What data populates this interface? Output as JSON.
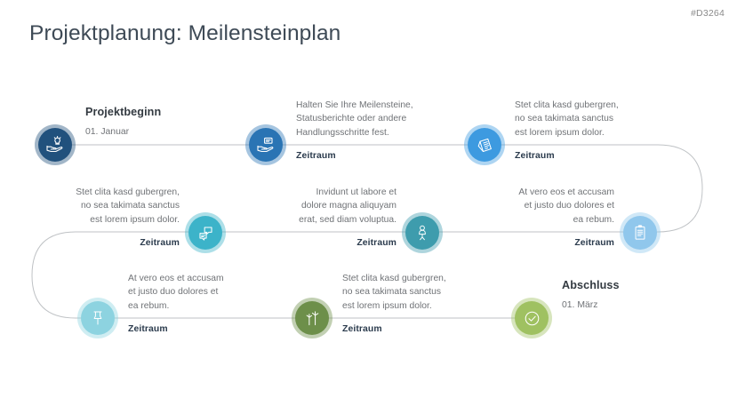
{
  "slide": {
    "reference_code": "#D3264",
    "title": "Projektplanung: Meilensteinplan",
    "background_color": "#ffffff",
    "title_color": "#3e4a56",
    "connector_color": "#b9bcbf"
  },
  "milestones": [
    {
      "id": "projektbeginn",
      "icon": "hand-lightbulb-icon",
      "color": "#21517d",
      "halo_color": "#21517d",
      "heading": "Projektbeginn",
      "date": "01. Januar",
      "body": "",
      "period_label": ""
    },
    {
      "id": "node-2",
      "icon": "presentation-hand-icon",
      "color": "#2a74b4",
      "halo_color": "#2a74b4",
      "heading": "",
      "date": "",
      "body": "Halten Sie Ihre Meilensteine,\nStatusberichte oder andere\nHandlungsschritte fest.",
      "period_label": "Zeitraum"
    },
    {
      "id": "node-3",
      "icon": "flipchart-notes-icon",
      "color": "#3d9ae0",
      "halo_color": "#3d9ae0",
      "heading": "",
      "date": "",
      "body": "Stet clita kasd gubergren,\nno sea takimata sanctus\nest lorem ipsum dolor.",
      "period_label": "Zeitraum"
    },
    {
      "id": "node-4",
      "icon": "speech-bubbles-icon",
      "color": "#3cb3c9",
      "halo_color": "#3cb3c9",
      "heading": "",
      "date": "",
      "body": "Stet clita kasd gubergren,\nno sea takimata sanctus\nest lorem ipsum dolor.",
      "period_label": "Zeitraum"
    },
    {
      "id": "node-5",
      "icon": "person-icon",
      "color": "#3e9cad",
      "halo_color": "#3e9cad",
      "heading": "",
      "date": "",
      "body": "Invidunt ut labore et\ndolore magna aliquyam\nerat, sed diam voluptua.",
      "period_label": "Zeitraum"
    },
    {
      "id": "node-6",
      "icon": "clipboard-icon",
      "color": "#90c7ec",
      "halo_color": "#90c7ec",
      "heading": "",
      "date": "",
      "body": "At vero eos et accusam\net justo duo dolores et\nea rebum.",
      "period_label": "Zeitraum"
    },
    {
      "id": "node-7",
      "icon": "pushpin-icon",
      "color": "#8dd3e0",
      "halo_color": "#8dd3e0",
      "heading": "",
      "date": "",
      "body": "At vero eos et accusam\net justo duo dolores et\nea rebum.",
      "period_label": "Zeitraum"
    },
    {
      "id": "node-8",
      "icon": "wind-turbines-icon",
      "color": "#6d8f4a",
      "halo_color": "#6d8f4a",
      "heading": "",
      "date": "",
      "body": "Stet clita kasd gubergren,\nno sea takimata sanctus\nest lorem ipsum dolor.",
      "period_label": "Zeitraum"
    },
    {
      "id": "abschluss",
      "icon": "check-circle-icon",
      "color": "#9fc161",
      "halo_color": "#9fc161",
      "heading": "Abschluss",
      "date": "01. März",
      "body": "",
      "period_label": ""
    }
  ]
}
